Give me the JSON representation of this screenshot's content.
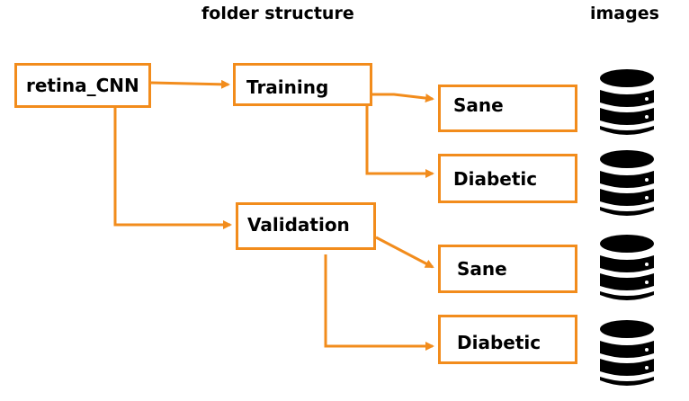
{
  "headings": {
    "folder_structure": "folder structure",
    "images": "images"
  },
  "tree": {
    "root": "retina_CNN",
    "training": {
      "label": "Training",
      "children": [
        "Sane",
        "Diabetic"
      ]
    },
    "validation": {
      "label": "Validation",
      "children": [
        "Sane",
        "Diabetic"
      ]
    }
  },
  "image_icons": [
    "database-icon",
    "database-icon",
    "database-icon",
    "database-icon"
  ],
  "colors": {
    "accent": "#f28c1c",
    "icon": "#000000",
    "text": "#000000"
  }
}
